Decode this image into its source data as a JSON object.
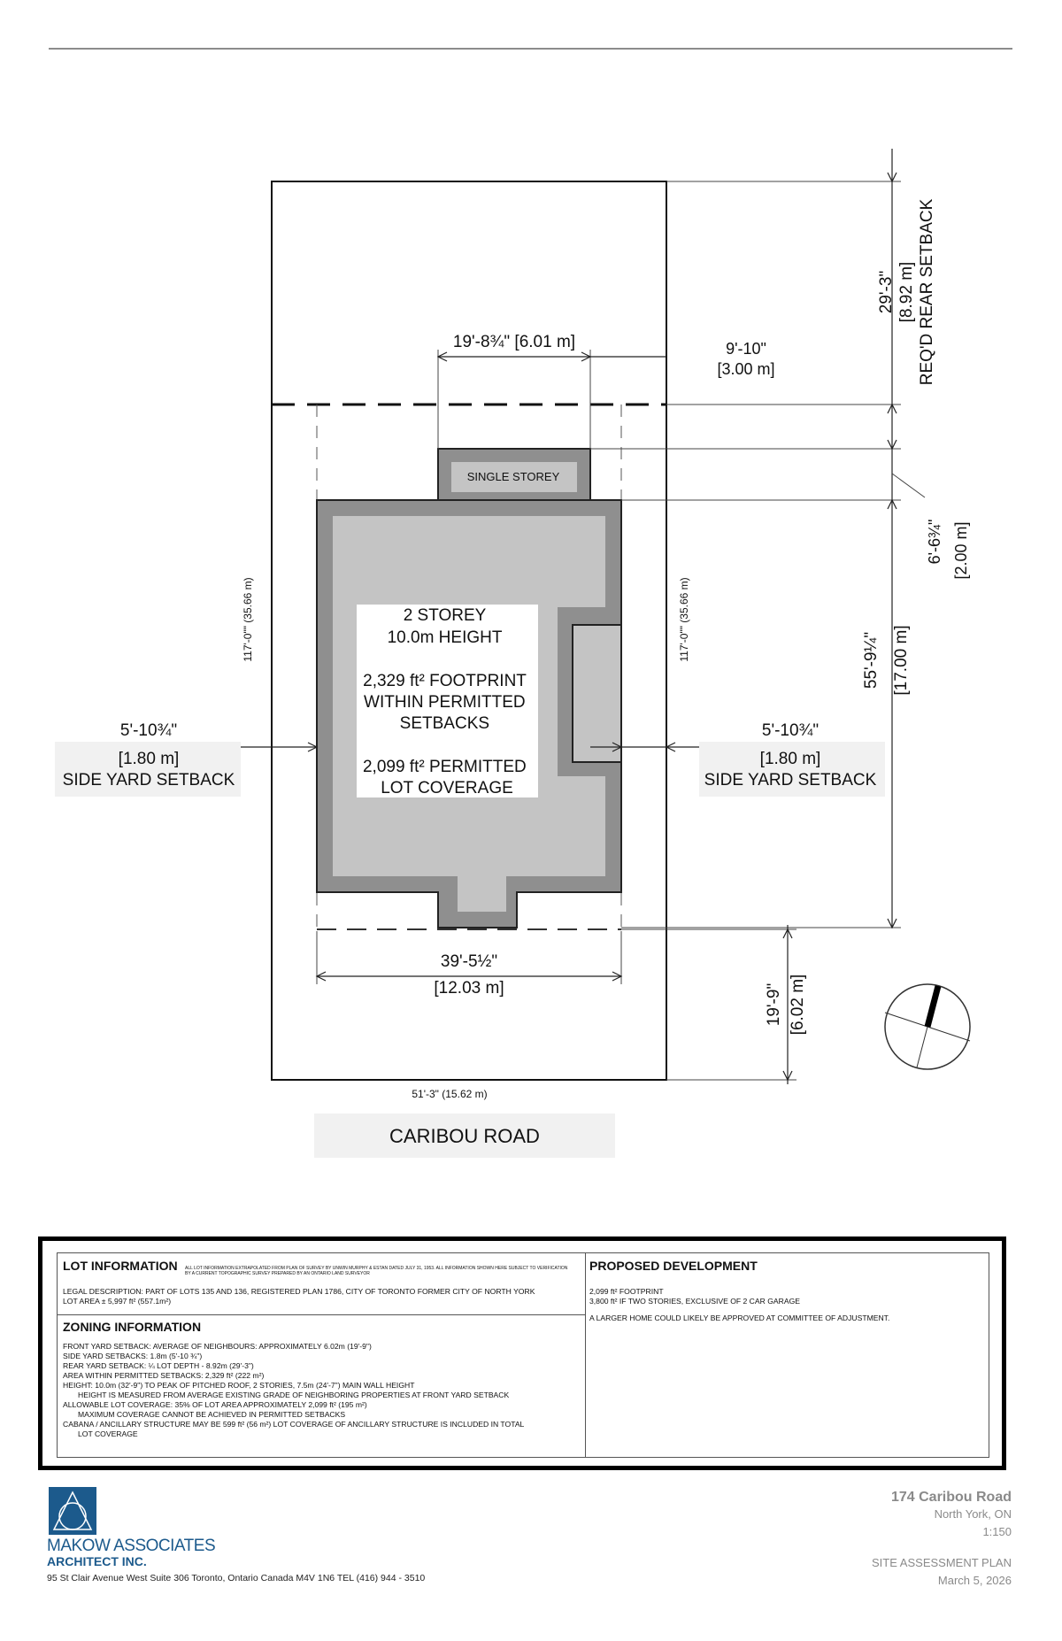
{
  "drawing": {
    "dimensions": {
      "house_width": "19'-8¾\" [6.01 m]",
      "side_clear_right_top": "9'-10\"",
      "side_clear_right_top_m": "[3.00 m]",
      "rear_setback_ft": "29'-3\"",
      "rear_setback_m": "[8.92 m]",
      "rear_setback_label": "REQ'D REAR SETBACK",
      "addition_depth_ft": "6'-6¾\"",
      "addition_depth_m": "[2.00 m]",
      "house_depth_ft": "55'-9¼\"",
      "house_depth_m": "[17.00 m]",
      "lot_depth_left": "117'-0\"\" (35.66 m)",
      "lot_depth_right": "117'-0\"\" (35.66 m)",
      "side_left_ft": "5'-10¾\"",
      "side_left_m": "[1.80 m]",
      "side_left_label": "SIDE YARD SETBACK",
      "side_right_ft": "5'-10¾\"",
      "side_right_m": "[1.80 m]",
      "side_right_label": "SIDE YARD SETBACK",
      "footprint_width_ft": "39'-5½\"",
      "footprint_width_m": "[12.03 m]",
      "front_setback_ft": "19'-9\"",
      "front_setback_m": "[6.02 m]",
      "lot_frontage": "51'-3\" (15.62 m)"
    },
    "addition_label": "SINGLE STOREY",
    "building_label": [
      "2 STOREY",
      "10.0m HEIGHT",
      "",
      "2,329 ft² FOOTPRINT",
      "WITHIN PERMITTED",
      "SETBACKS",
      "",
      "2,099 ft² PERMITTED",
      "LOT COVERAGE"
    ],
    "road": "CARIBOU ROAD"
  },
  "title_block": {
    "lot_info_heading": "LOT INFORMATION",
    "lot_info_note": "ALL LOT INFORMATION EXTRAPOLATED FROM PLAN OF SURVEY BY UNWIN MURPHY & ESTAN DATED JULY 31, 1953.  ALL INFORMATION SHOWN HERE SUBJECT TO VERIFICATION BY A CURRENT TOPOGRAPHIC SURVEY PREPARED BY AN ONTARIO LAND SURVEYOR",
    "legal_description": "LEGAL DESCRIPTION: PART OF LOTS 135 AND 136, REGISTERED PLAN 1786, CITY OF TORONTO FORMER CITY OF NORTH YORK",
    "lot_area": "LOT AREA ± 5,997 ft² (557.1m²)",
    "zoning_heading": "ZONING INFORMATION",
    "zoning_lines": [
      "FRONT YARD SETBACK: AVERAGE OF NEIGHBOURS:  APPROXIMATELY 6.02m (19'-9\")",
      "SIDE YARD SETBACKS: 1.8m (5'-10 ¾\")",
      "REAR YARD SETBACK: ¼ LOT DEPTH - 8.92m (29'-3\")",
      "AREA WITHIN PERMITTED SETBACKS: 2,329 ft² (222 m²)",
      "HEIGHT:  10.0m (32'-9\") TO PEAK OF PITCHED ROOF, 2 STORIES, 7.5m (24'-7\") MAIN WALL HEIGHT",
      "HEIGHT IS MEASURED FROM AVERAGE EXISTING GRADE OF NEIGHBORING PROPERTIES AT FRONT YARD SETBACK",
      "ALLOWABLE LOT COVERAGE: 35% OF LOT AREA APPROXIMATELY 2,099 ft²  (195 m²)",
      "MAXIMUM COVERAGE CANNOT BE ACHIEVED IN PERMITTED SETBACKS",
      "CABANA / ANCILLARY STRUCTURE MAY BE 599 ft² (56 m²)  LOT COVERAGE OF ANCILLARY STRUCTURE IS INCLUDED IN TOTAL",
      "LOT COVERAGE"
    ],
    "proposed_heading": "PROPOSED DEVELOPMENT",
    "proposed_lines": [
      "2,099 ft² FOOTPRINT",
      "3,800 ft² IF TWO STORIES, EXCLUSIVE OF 2 CAR GARAGE",
      "A LARGER HOME COULD LIKELY BE APPROVED AT COMMITTEE OF ADJUSTMENT."
    ]
  },
  "footer": {
    "firm_line1": "MAKOW ASSOCIATES",
    "firm_line2": "ARCHITECT INC.",
    "address": "95 St Clair Avenue West Suite 306  Toronto, Ontario Canada M4V 1N6  TEL (416) 944 - 3510",
    "project": "174 Caribou Road",
    "city": "North York, ON",
    "scale": "1:150",
    "sheet": "SITE ASSESSMENT PLAN",
    "date": "March 5, 2026"
  },
  "colors": {
    "dark_wall": "#8f8f8f",
    "floor": "#c4c4c4",
    "label_bg": "#ffffff",
    "logo_blue": "#1c5a8c",
    "gray_text": "#8a8a8a"
  }
}
